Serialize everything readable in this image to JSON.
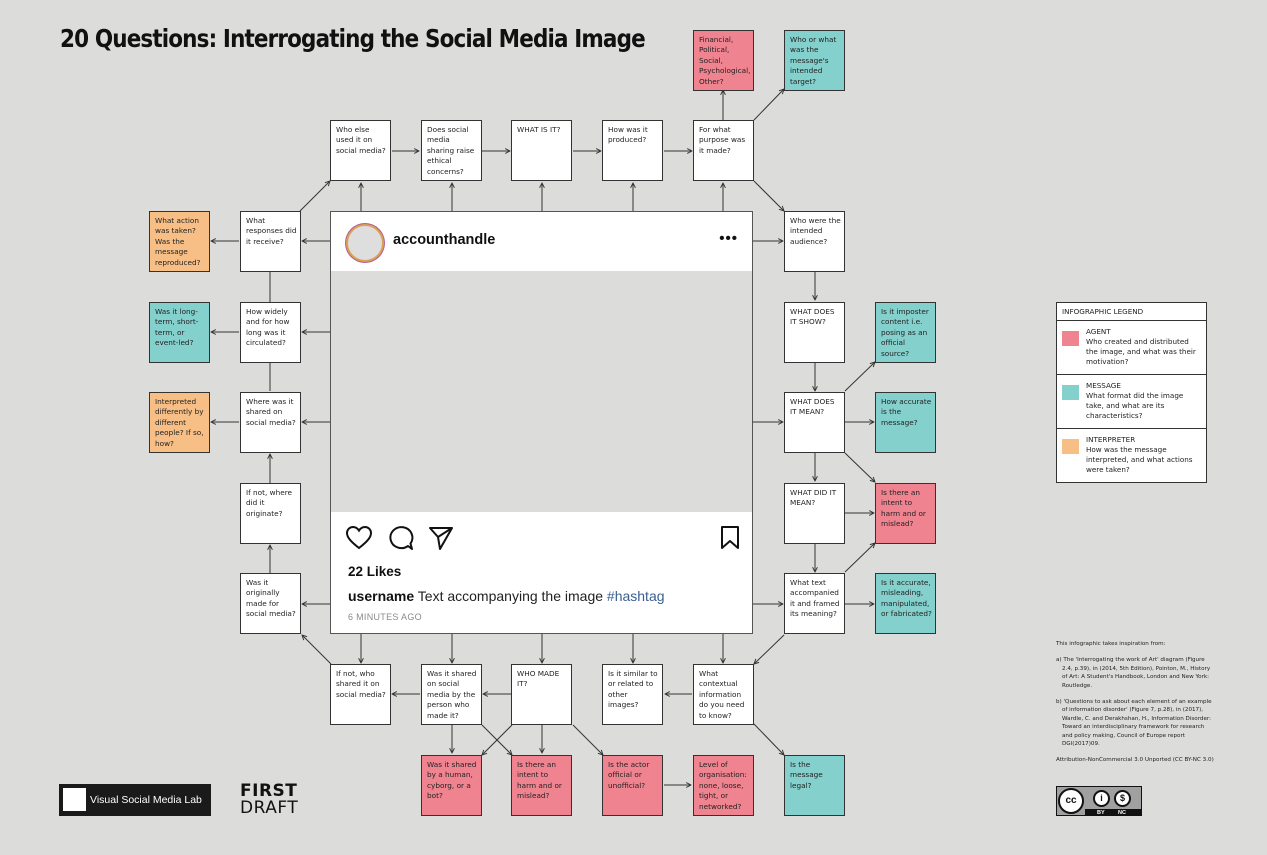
{
  "title": "20 Questions: Interrogating the Social Media Image",
  "post": {
    "handle": "accounthandle",
    "more": "•••",
    "likes": "22 Likes",
    "username": "username",
    "caption": "Text accompanying the image",
    "hashtag": "#hashtag",
    "time": "6 MINUTES AGO",
    "icons": [
      "heart-icon",
      "comment-icon",
      "send-icon",
      "bookmark-icon"
    ]
  },
  "boxes": {
    "who_else": "Who else used it on social media?",
    "ethical": "Does social media sharing raise ethical concerns?",
    "what_is_it": "WHAT IS IT?",
    "how_produced": "How was it produced?",
    "purpose": "For what purpose was it made?",
    "financial": "Financial, Political, Social, Psychological, Other?",
    "intended_target": "Who or what was the message's intended target?",
    "intended_audience": "Who were the intended audience?",
    "what_show": "WHAT DOES IT SHOW?",
    "imposter": "Is it imposter content i.e. posing as an official source?",
    "what_mean": "WHAT DOES IT MEAN?",
    "how_accurate": "How accurate is the message?",
    "what_did_mean": "WHAT DID IT MEAN?",
    "intent_harm_right": "Is there an intent to harm and or mislead?",
    "text_accompanied": "What text accompanied it and framed its meaning?",
    "accurate_misleading": "Is it accurate, misleading, manipulated, or fabricated?",
    "contextual": "What contextual information do you need to know?",
    "legal": "Is the message legal?",
    "similar": "Is it similar to or related to other images?",
    "who_made": "WHO MADE IT?",
    "shared_by_person": "Was it shared on social media by the person who made it?",
    "not_who_shared": "If not, who shared it on social media?",
    "shared_by_human": "Was it shared by a human, cyborg, or a bot?",
    "intent_harm_bottom": "Is there an intent to harm and or mislead?",
    "actor_official": "Is the actor official or unofficial?",
    "organisation": "Level of organisation: none, loose, tight, or networked?",
    "originally_made": "Was it originally made for social media?",
    "originate": "If not, where did it originate?",
    "where_shared": "Where was it shared on social media?",
    "how_widely": "How widely and for how long was it circulated?",
    "responses": "What responses did it receive?",
    "interpreted": "Interpreted differently by different people? If so, how?",
    "long_term": "Was it long-term, short-term, or event-led?",
    "action_taken": "What action was taken? Was the message reproduced?"
  },
  "legend": {
    "title": "INFOGRAPHIC LEGEND",
    "agent_name": "AGENT",
    "agent_desc": "Who created and distributed the image, and what was their motivation?",
    "message_name": "MESSAGE",
    "message_desc": "What format did the image take, and what are its characteristics?",
    "interpreter_name": "INTERPRETER",
    "interpreter_desc": "How was the message interpreted, and what actions were taken?"
  },
  "colors": {
    "agent": "#f08390",
    "message": "#84d0cd",
    "interpreter": "#f7bf86",
    "background": "#dcdcdb"
  },
  "credits": {
    "intro": "This infographic takes inspiration from:",
    "ref_a": "a) The 'Interrogating the work of Art' diagram (Figure 2.4, p.39), in (2014, 5th Edition), Pointon, M., History of Art: A Student's Handbook, London and New York: Routledge.",
    "ref_b": "b) 'Questions to ask about each element of an example of information disorder' (Figure 7, p.28), in (2017), Wardle, C. and Derakhshan, H., Information Disorder: Toward an interdisciplinary framework for research and policy making, Council of Europe report DGI(2017)09.",
    "license": "Attribution-NonCommercial 3.0 Unported (CC BY-NC 3.0)",
    "badge_by": "BY",
    "badge_nc": "NC"
  },
  "logos": {
    "vsml": "Visual Social Media Lab",
    "first": "FIRST",
    "draft": "DRAFT"
  }
}
